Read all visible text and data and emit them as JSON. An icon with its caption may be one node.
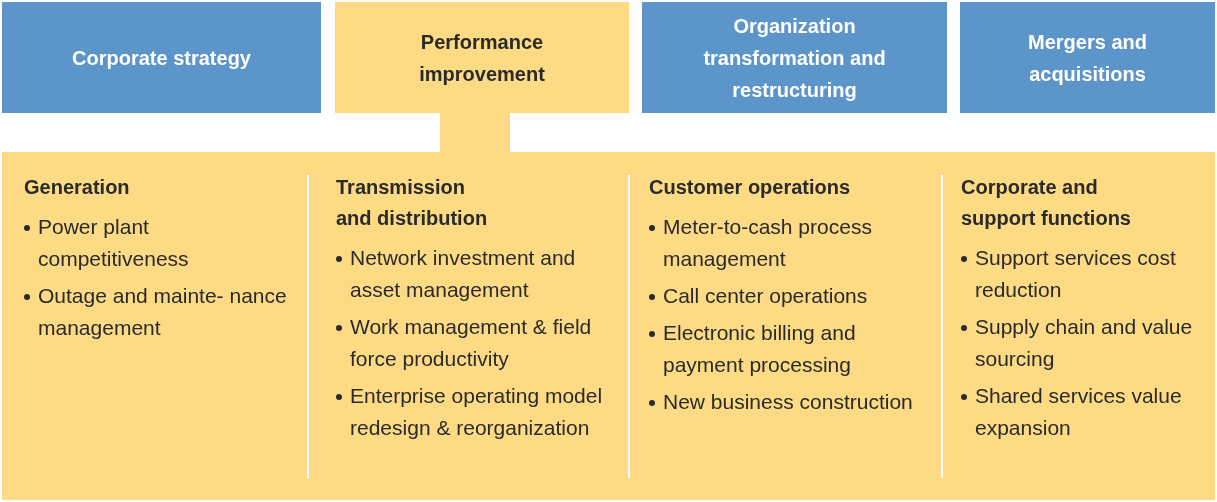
{
  "diagram": {
    "nodes": [
      {
        "text": [
          "Corporate strategy"
        ]
      },
      {
        "text": [
          "Performance improvement"
        ]
      },
      {
        "text": [
          "Organization transformation and restructuring"
        ]
      },
      {
        "text": [
          "Mergers and acquisitions"
        ]
      },
      {
        "text": [],
        "shape": "box"
      },
      {
        "text": [
          "Generation",
          "Power plant competitiveness",
          "Outage and mainte- nance management"
        ],
        "in": 4
      },
      {
        "text": [
          "Transmission and distribution",
          "Network investment and asset management",
          "Work management & field force productivity",
          "Enterprise operating model redesign & reorganization"
        ],
        "in": 4
      },
      {
        "text": [
          "Customer operations",
          "Meter-to-cash process management",
          "Call center operations",
          "Electronic billing and payment processing",
          "New business construction"
        ],
        "in": 4
      },
      {
        "text": [
          "Corporate and support functions",
          "Support services cost reduction",
          "Supply chain and value sourcing",
          "Shared services value expansion"
        ],
        "in": 4
      }
    ],
    "edges": [
      {
        "from": 1,
        "to": 4,
        "arrow": "none"
      }
    ]
  }
}
